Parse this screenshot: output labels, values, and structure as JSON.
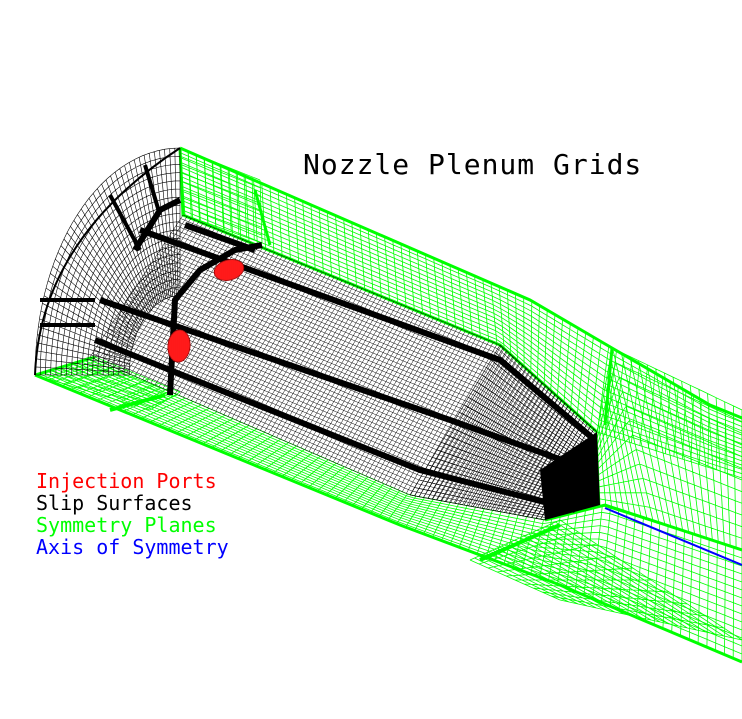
{
  "title": "Nozzle Plenum Grids",
  "legend": [
    {
      "label": "Injection Ports",
      "color": "#ff0000"
    },
    {
      "label": "Slip Surfaces",
      "color": "#000000"
    },
    {
      "label": "Symmetry Planes",
      "color": "#00ff00"
    },
    {
      "label": "Axis of Symmetry",
      "color": "#0000ff"
    }
  ],
  "colors": {
    "symmetry": "#00ff00",
    "slip": "#000000",
    "port": "#ff0000",
    "axis": "#0000ff",
    "background": "#ffffff"
  }
}
